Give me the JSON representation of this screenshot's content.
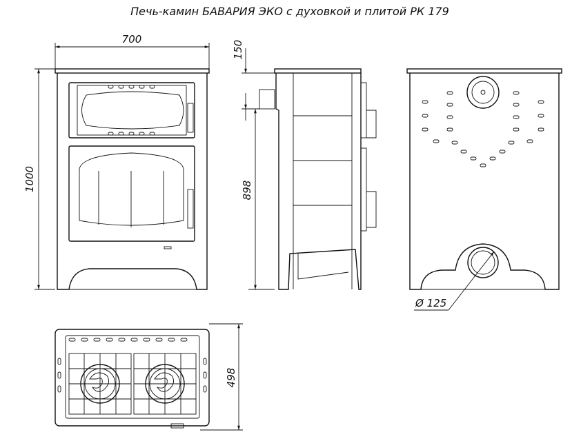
{
  "title": "Печь-камин БАВАРИЯ ЭКО с духовкой и плитой РК 179",
  "dimensions": {
    "width": "700",
    "height": "1000",
    "top_height": "150",
    "body_height": "898",
    "flue_diameter": "Ø 125",
    "top_depth": "498"
  },
  "views": [
    "front-view",
    "side-view",
    "back-view",
    "top-view"
  ]
}
